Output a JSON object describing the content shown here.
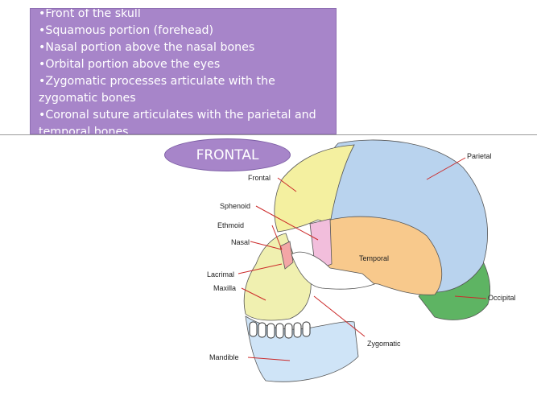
{
  "notes": {
    "bullets": [
      "Front of the skull",
      "Squamous portion (forehead)",
      "Nasal portion above the nasal bones",
      "Orbital portion above the eyes",
      "Zygomatic processes articulate with the zygomatic bones",
      "Coronal suture articulates with the parietal and temporal bones"
    ]
  },
  "callout": {
    "label": "FRONTAL"
  },
  "diagram": {
    "labels": {
      "frontal": "Frontal",
      "sphenoid": "Sphenoid",
      "ethmoid": "Ethmoid",
      "nasal": "Nasal",
      "lacrimal": "Lacrimal",
      "maxilla": "Maxilla",
      "mandible": "Mandible",
      "parietal": "Parietal",
      "temporal": "Temporal",
      "occipital": "Occipital",
      "zygomatic": "Zygomatic"
    },
    "colors": {
      "frontal": "#f4f0a0",
      "parietal": "#b9d3ee",
      "temporal": "#f8c98c",
      "occipital": "#5eb463",
      "sphenoid": "#f2bedc",
      "maxilla": "#f0f0b0",
      "mandible": "#cfe4f7",
      "zygomatic": "#ffffff",
      "nasal": "#f3a6a6",
      "leader_line": "#cc2a2a"
    }
  }
}
